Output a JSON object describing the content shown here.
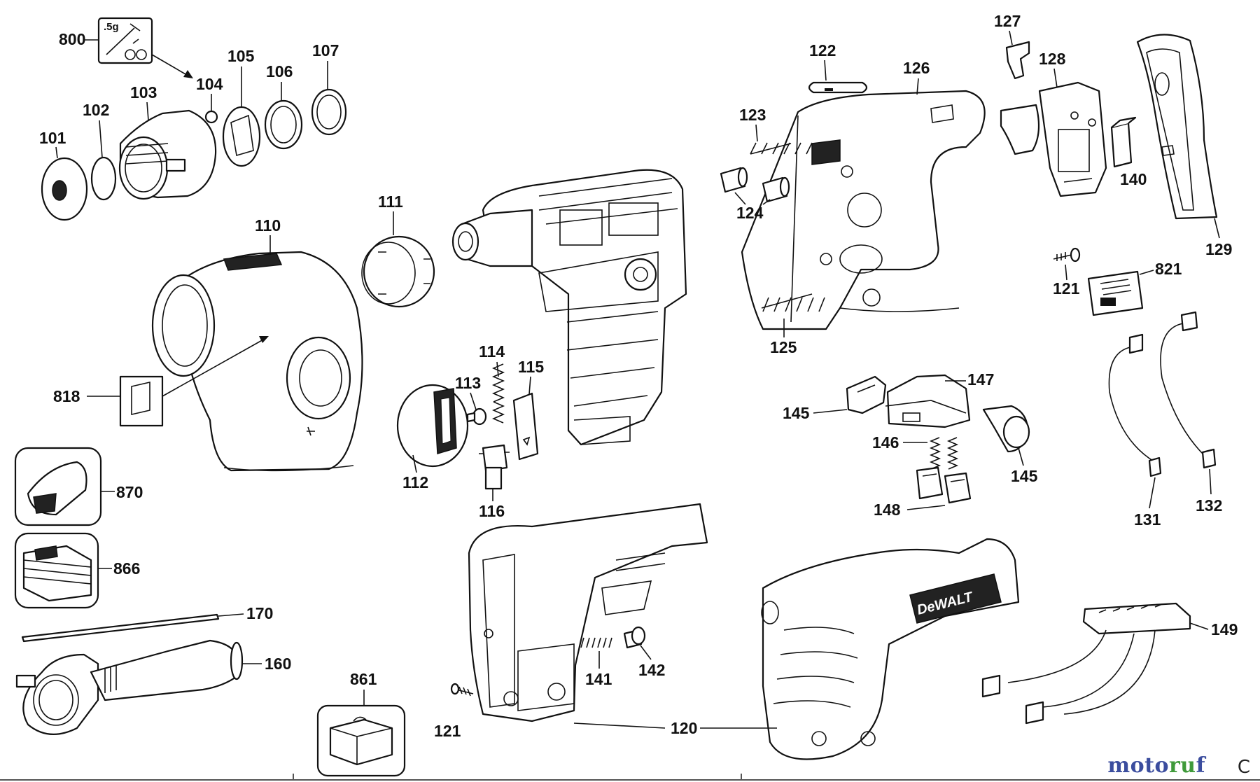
{
  "labels": {
    "p800": "800",
    "p800_spec": ".5g",
    "p101": "101",
    "p102": "102",
    "p103": "103",
    "p104": "104",
    "p105": "105",
    "p106": "106",
    "p107": "107",
    "p110": "110",
    "p111": "111",
    "p112": "112",
    "p113": "113",
    "p114": "114",
    "p115": "115",
    "p116": "116",
    "p120": "120",
    "p121a": "121",
    "p121b": "121",
    "p122": "122",
    "p123": "123",
    "p124": "124",
    "p125": "125",
    "p126": "126",
    "p127": "127",
    "p128": "128",
    "p129": "129",
    "p131": "131",
    "p132": "132",
    "p140": "140",
    "p141": "141",
    "p142": "142",
    "p145a": "145",
    "p145b": "145",
    "p146": "146",
    "p147": "147",
    "p148": "148",
    "p149": "149",
    "p160": "160",
    "p170": "170",
    "p818": "818",
    "p821": "821",
    "p861": "861",
    "p866": "866",
    "p870": "870"
  },
  "brand": "DeWALT",
  "watermark": {
    "part1": "moto",
    "part2": "ru",
    "part3": "f",
    "corner": "C"
  }
}
